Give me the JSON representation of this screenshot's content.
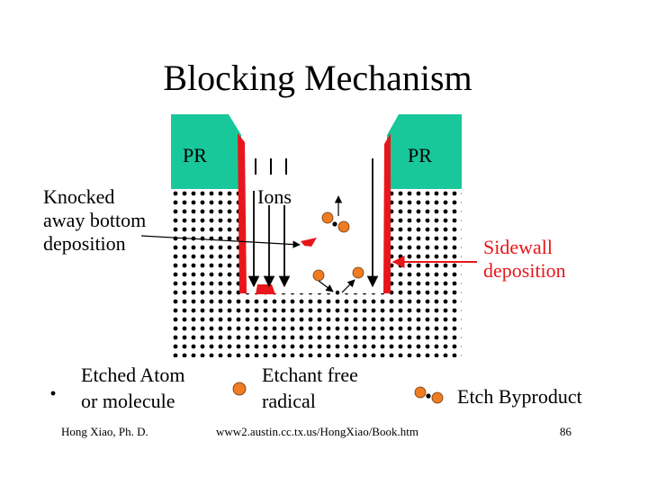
{
  "slide": {
    "title": "Blocking Mechanism",
    "labels": {
      "pr_left": "PR",
      "pr_right": "PR",
      "ions": "Ions",
      "knocked": [
        "Knocked",
        "away bottom",
        "deposition"
      ],
      "sidewall": [
        "Sidewall",
        "deposition"
      ]
    },
    "legend": {
      "etched_atom": [
        "Etched Atom",
        "or molecule"
      ],
      "etchant": [
        "Etchant free",
        "radical"
      ],
      "byproduct": "Etch Byproduct"
    },
    "footer": {
      "author": "Hong Xiao, Ph. D.",
      "url": "www2.austin.cc.tx.us/HongXiao/Book.htm",
      "page": "86"
    },
    "colors": {
      "photoresist": "#18c89a",
      "deposition": "#e8161b",
      "radical": "#ef7b22",
      "substrate_dot": "#000000"
    },
    "icons": {
      "ion_arrow": "downward-arrow",
      "etchant": "orange-circle",
      "byproduct": "orange-circle-with-atom",
      "etched_atom": "black-dot"
    }
  }
}
